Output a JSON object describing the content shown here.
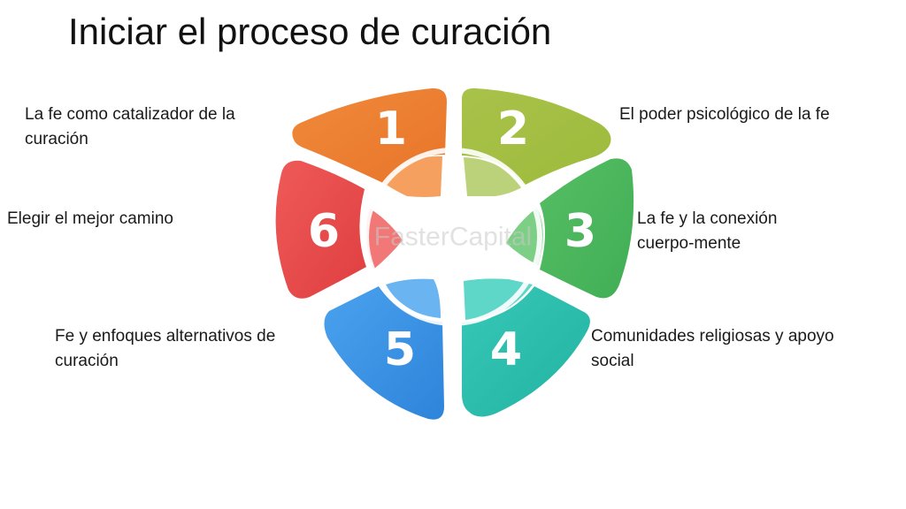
{
  "title": "Iniciar el proceso de curación",
  "steps": [
    {
      "number": "1",
      "label": "La fe como catalizador de la curación",
      "color": "#ED7D2E"
    },
    {
      "number": "2",
      "label": "El poder psicológico de la fe",
      "color": "#A4C040"
    },
    {
      "number": "3",
      "label": "La fe y la conexión cuerpo-mente",
      "color": "#4CB860"
    },
    {
      "number": "4",
      "label": "Comunidades religiosas y apoyo social",
      "color": "#2CC0B0"
    },
    {
      "number": "5",
      "label": "Fe y enfoques alternativos de curación",
      "color": "#3A90E4"
    },
    {
      "number": "6",
      "label": "Elegir el mejor camino",
      "color": "#E84848"
    }
  ],
  "watermark": "FasterCapital"
}
